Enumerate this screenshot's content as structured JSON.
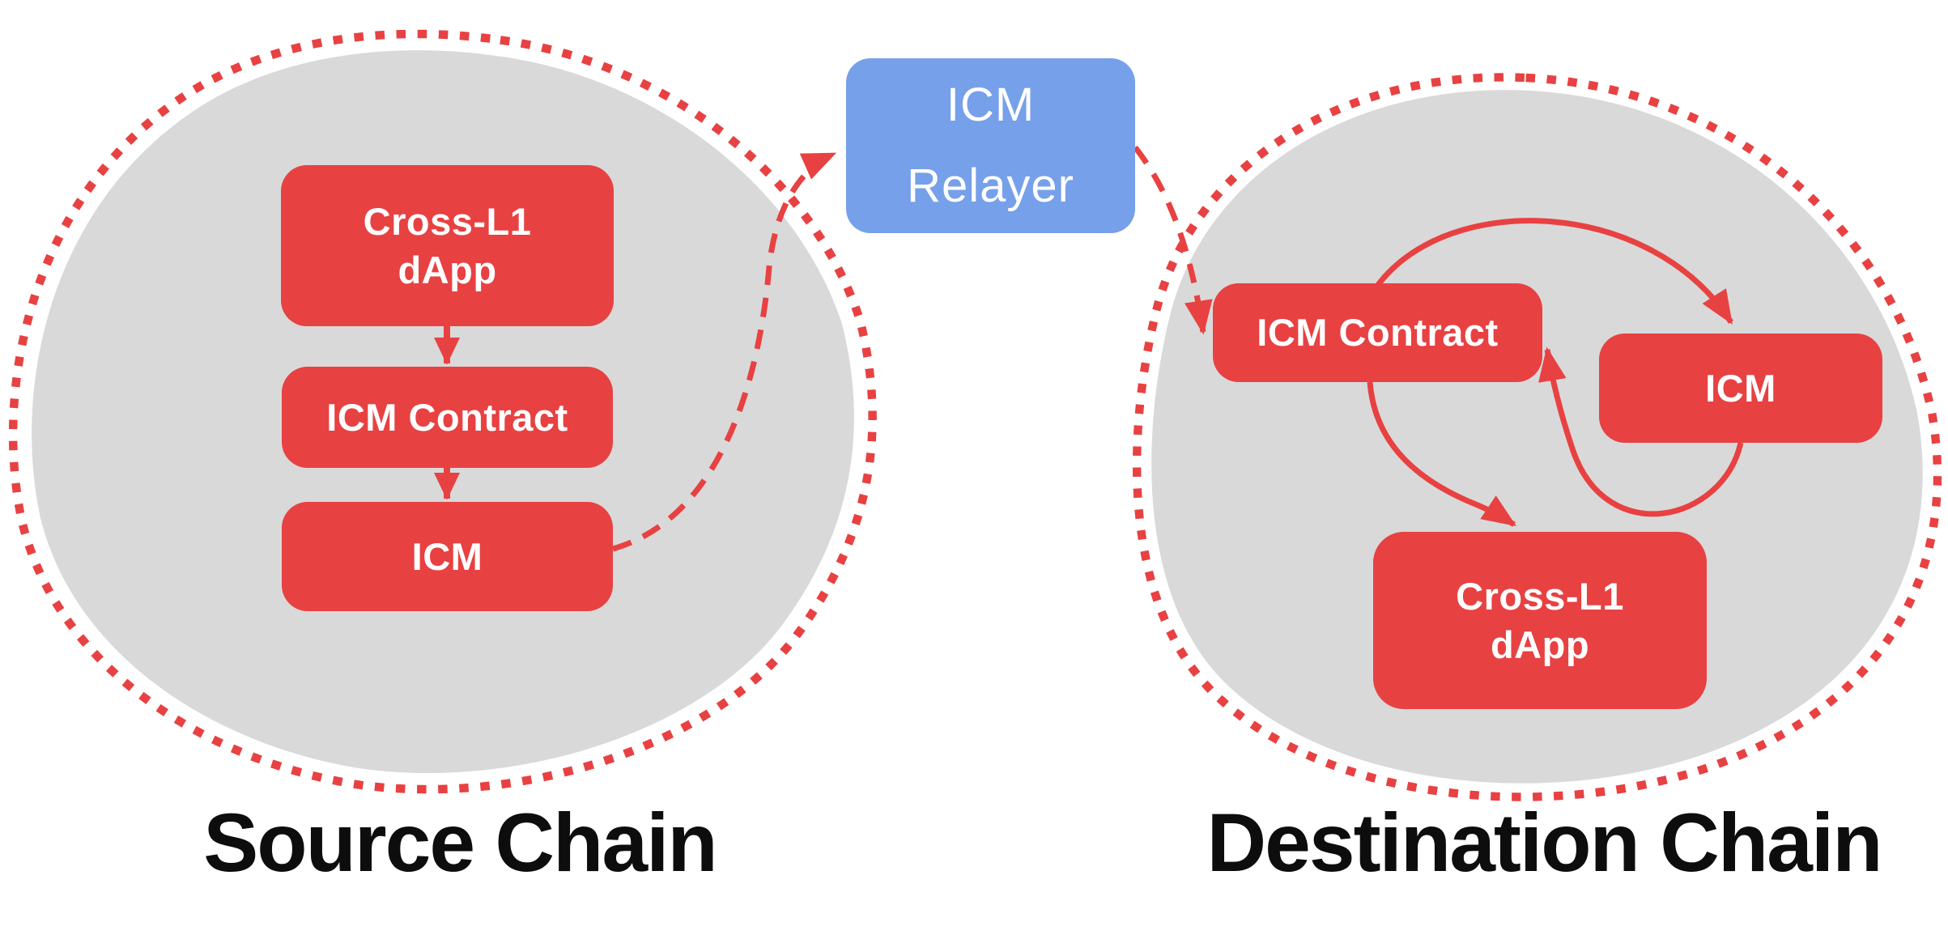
{
  "colors": {
    "red": "#E84142",
    "blue": "#76A0E9",
    "blob": "#D9D9D9",
    "ink": "#0D0D0D",
    "label": "#FFFFFF"
  },
  "source_chain": {
    "title": "Source Chain",
    "nodes": {
      "dapp": "Cross-L1\ndApp",
      "contract": "ICM Contract",
      "icm": "ICM"
    }
  },
  "relayer": {
    "label": "ICM\nRelayer"
  },
  "destination_chain": {
    "title": "Destination Chain",
    "nodes": {
      "contract": "ICM Contract",
      "icm": "ICM",
      "dapp": "Cross-L1\ndApp"
    }
  },
  "edges": [
    {
      "from": "source-cross-l1-dapp",
      "to": "source-icm-contract",
      "style": "solid-arrow"
    },
    {
      "from": "source-icm-contract",
      "to": "source-icm",
      "style": "solid-arrow"
    },
    {
      "from": "source-icm",
      "to": "icm-relayer",
      "style": "dashed-arrow"
    },
    {
      "from": "icm-relayer",
      "to": "destination-icm-contract",
      "style": "dashed-arrow"
    },
    {
      "from": "destination-icm-contract",
      "to": "destination-icm",
      "style": "solid-arrow"
    },
    {
      "from": "destination-icm",
      "to": "destination-icm-contract",
      "style": "solid-arrow"
    },
    {
      "from": "destination-icm-contract",
      "to": "destination-cross-l1-dapp",
      "style": "solid-arrow"
    }
  ]
}
